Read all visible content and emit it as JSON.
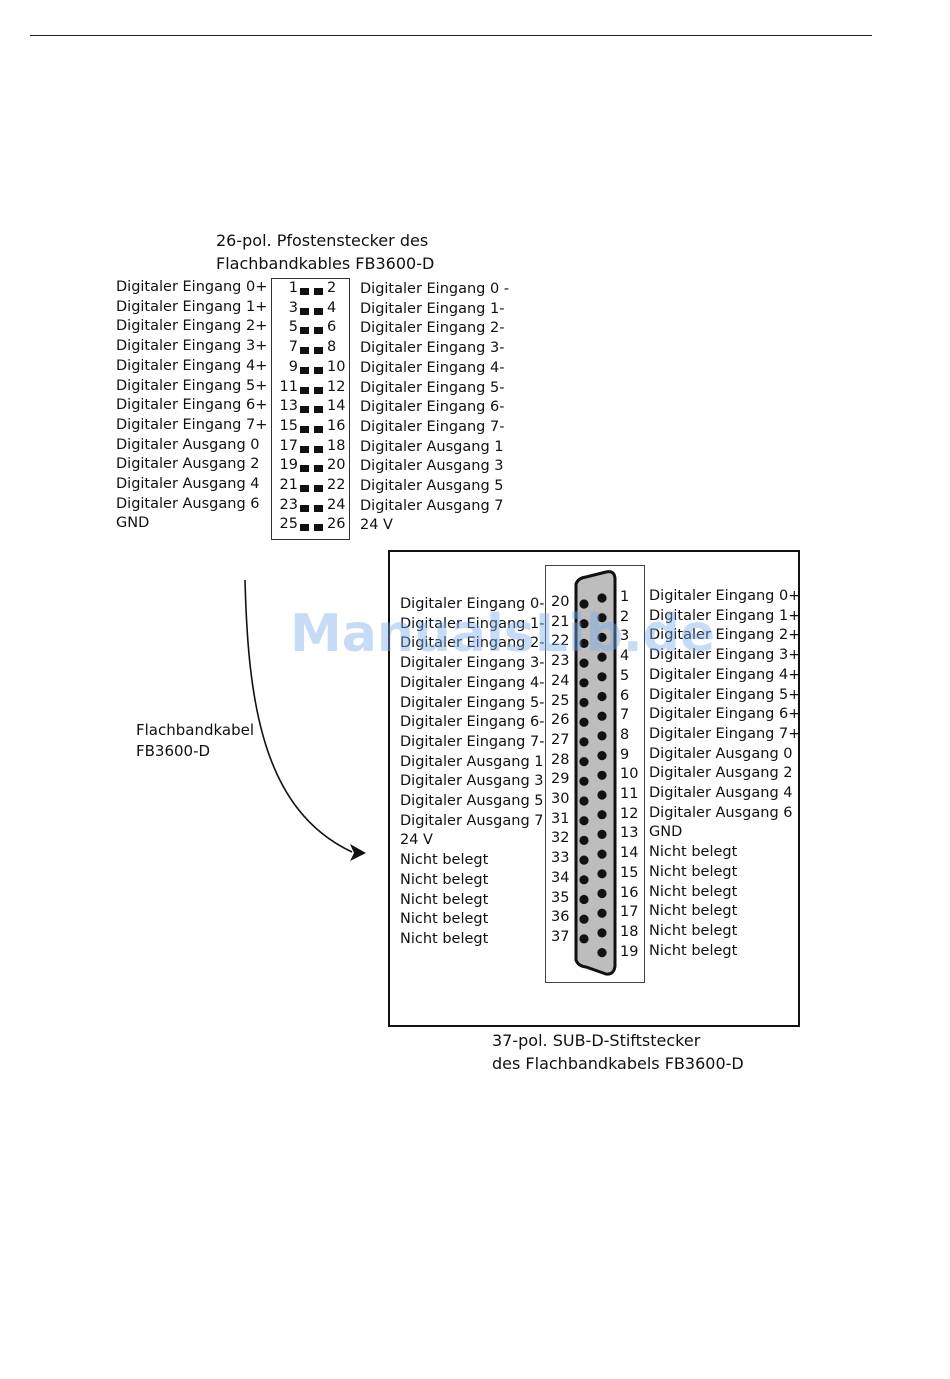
{
  "connector_26": {
    "title_line1": "26-pol. Pfostenstecker des",
    "title_line2": "Flachbandkables FB3600-D",
    "rows": [
      {
        "left_label": "Digitaler Eingang 0+",
        "odd": "1",
        "even": "2",
        "right_label": "Digitaler Eingang 0 -"
      },
      {
        "left_label": "Digitaler Eingang 1+",
        "odd": "3",
        "even": "4",
        "right_label": "Digitaler Eingang 1-"
      },
      {
        "left_label": "Digitaler Eingang 2+",
        "odd": "5",
        "even": "6",
        "right_label": "Digitaler Eingang 2-"
      },
      {
        "left_label": "Digitaler Eingang 3+",
        "odd": "7",
        "even": "8",
        "right_label": "Digitaler Eingang 3-"
      },
      {
        "left_label": "Digitaler Eingang 4+",
        "odd": "9",
        "even": "10",
        "right_label": "Digitaler Eingang 4-"
      },
      {
        "left_label": "Digitaler Eingang 5+",
        "odd": "11",
        "even": "12",
        "right_label": "Digitaler Eingang 5-"
      },
      {
        "left_label": "Digitaler Eingang 6+",
        "odd": "13",
        "even": "14",
        "right_label": "Digitaler Eingang 6-"
      },
      {
        "left_label": "Digitaler Eingang 7+",
        "odd": "15",
        "even": "16",
        "right_label": "Digitaler Eingang 7-"
      },
      {
        "left_label": "Digitaler Ausgang 0",
        "odd": "17",
        "even": "18",
        "right_label": "Digitaler Ausgang 1"
      },
      {
        "left_label": "Digitaler Ausgang 2",
        "odd": "19",
        "even": "20",
        "right_label": "Digitaler Ausgang 3"
      },
      {
        "left_label": "Digitaler Ausgang 4",
        "odd": "21",
        "even": "22",
        "right_label": "Digitaler Ausgang 5"
      },
      {
        "left_label": "Digitaler Ausgang 6",
        "odd": "23",
        "even": "24",
        "right_label": "Digitaler Ausgang 7"
      },
      {
        "left_label": "GND",
        "odd": "25",
        "even": "26",
        "right_label": "24 V"
      }
    ]
  },
  "cable": {
    "label_line1": "Flachbandkabel",
    "label_line2": "FB3600-D"
  },
  "connector_37": {
    "caption_line1": "37-pol. SUB-D-Stiftstecker",
    "caption_line2": "des Flachbandkabels FB3600-D",
    "left_pins": [
      {
        "num": "20",
        "label": "Digitaler Eingang 0-"
      },
      {
        "num": "21",
        "label": "Digitaler Eingang 1-"
      },
      {
        "num": "22",
        "label": "Digitaler Eingang 2-"
      },
      {
        "num": "23",
        "label": "Digitaler Eingang 3-"
      },
      {
        "num": "24",
        "label": "Digitaler Eingang 4-"
      },
      {
        "num": "25",
        "label": "Digitaler Eingang 5-"
      },
      {
        "num": "26",
        "label": "Digitaler Eingang 6-"
      },
      {
        "num": "27",
        "label": "Digitaler Eingang 7-"
      },
      {
        "num": "28",
        "label": "Digitaler Ausgang 1"
      },
      {
        "num": "29",
        "label": "Digitaler Ausgang 3"
      },
      {
        "num": "30",
        "label": "Digitaler Ausgang 5"
      },
      {
        "num": "31",
        "label": "Digitaler Ausgang 7"
      },
      {
        "num": "32",
        "label": "24 V"
      },
      {
        "num": "33",
        "label": "Nicht belegt"
      },
      {
        "num": "34",
        "label": "Nicht belegt"
      },
      {
        "num": "35",
        "label": "Nicht belegt"
      },
      {
        "num": "36",
        "label": "Nicht belegt"
      },
      {
        "num": "37",
        "label": "Nicht belegt"
      }
    ],
    "right_pins": [
      {
        "num": "1",
        "label": "Digitaler Eingang 0+"
      },
      {
        "num": "2",
        "label": "Digitaler Eingang 1+"
      },
      {
        "num": "3",
        "label": "Digitaler Eingang 2+"
      },
      {
        "num": "4",
        "label": "Digitaler Eingang 3+"
      },
      {
        "num": "5",
        "label": "Digitaler Eingang 4+"
      },
      {
        "num": "6",
        "label": "Digitaler Eingang 5+"
      },
      {
        "num": "7",
        "label": "Digitaler Eingang 6+"
      },
      {
        "num": "8",
        "label": "Digitaler Eingang 7+"
      },
      {
        "num": "9",
        "label": "Digitaler Ausgang 0"
      },
      {
        "num": "10",
        "label": "Digitaler Ausgang 2"
      },
      {
        "num": "11",
        "label": "Digitaler Ausgang 4"
      },
      {
        "num": "12",
        "label": "Digitaler Ausgang 6"
      },
      {
        "num": "13",
        "label": "GND"
      },
      {
        "num": "14",
        "label": "Nicht belegt"
      },
      {
        "num": "15",
        "label": "Nicht belegt"
      },
      {
        "num": "16",
        "label": "Nicht belegt"
      },
      {
        "num": "17",
        "label": "Nicht belegt"
      },
      {
        "num": "18",
        "label": "Nicht belegt"
      },
      {
        "num": "19",
        "label": "Nicht belegt"
      }
    ],
    "shell_color": "#bdbdbd"
  },
  "watermark": "ManualsLib.de"
}
